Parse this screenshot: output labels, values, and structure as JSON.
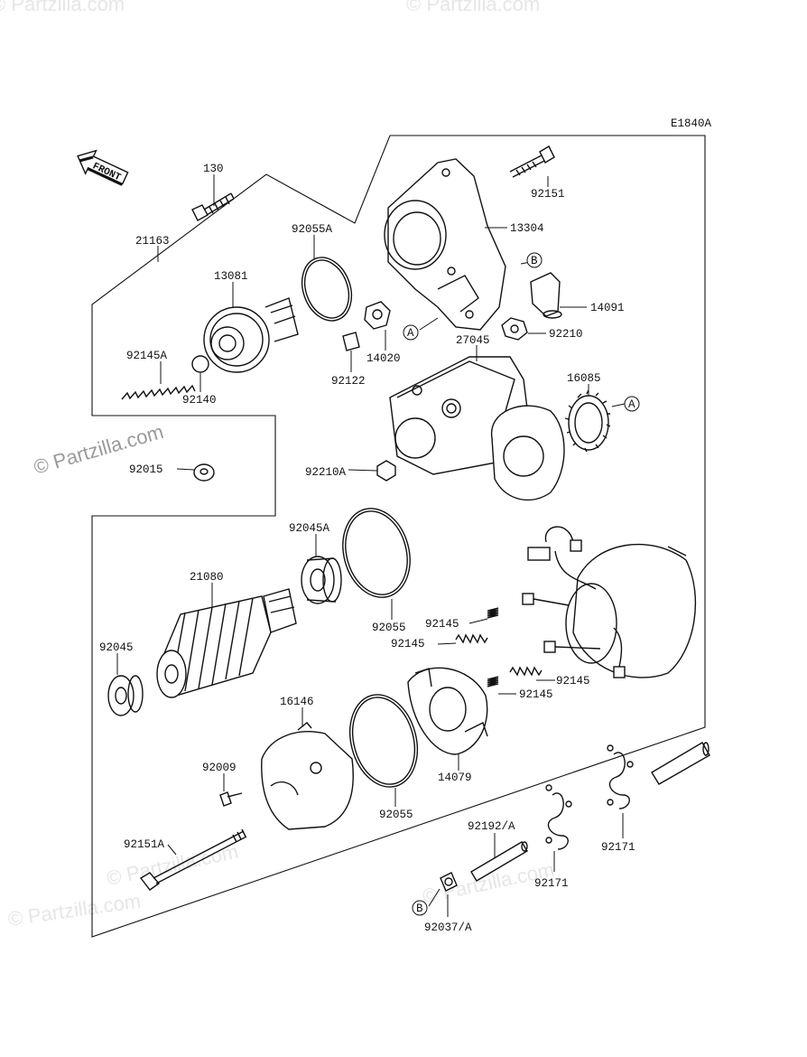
{
  "diagram": {
    "code": "E1840A",
    "front_label": "FRONT",
    "callouts": {
      "a": "A",
      "b": "B"
    },
    "watermarks": {
      "main": "© Partzilla.com",
      "faint": "© Partzilla.com"
    },
    "parts": {
      "p130": "130",
      "p92151": "92151",
      "p21163": "21163",
      "p92055A": "92055A",
      "p13304": "13304",
      "p13081": "13081",
      "p14091": "14091",
      "p92145A": "92145A",
      "p14020": "14020",
      "p27045": "27045",
      "p92210": "92210",
      "p92122": "92122",
      "p92140": "92140",
      "p16085": "16085",
      "p92015": "92015",
      "p92210A": "92210A",
      "p92045A": "92045A",
      "p21080": "21080",
      "p92055_1": "92055",
      "p92145_1": "92145",
      "p92145_2": "92145",
      "p92045": "92045",
      "p92145_3": "92145",
      "p92145_4": "92145",
      "p16146": "16146",
      "p92009": "92009",
      "p14079": "14079",
      "p92055_2": "92055",
      "p92192A": "92192/A",
      "p92171_1": "92171",
      "p92151A": "92151A",
      "p92171_2": "92171",
      "p92037A": "92037/A"
    }
  }
}
